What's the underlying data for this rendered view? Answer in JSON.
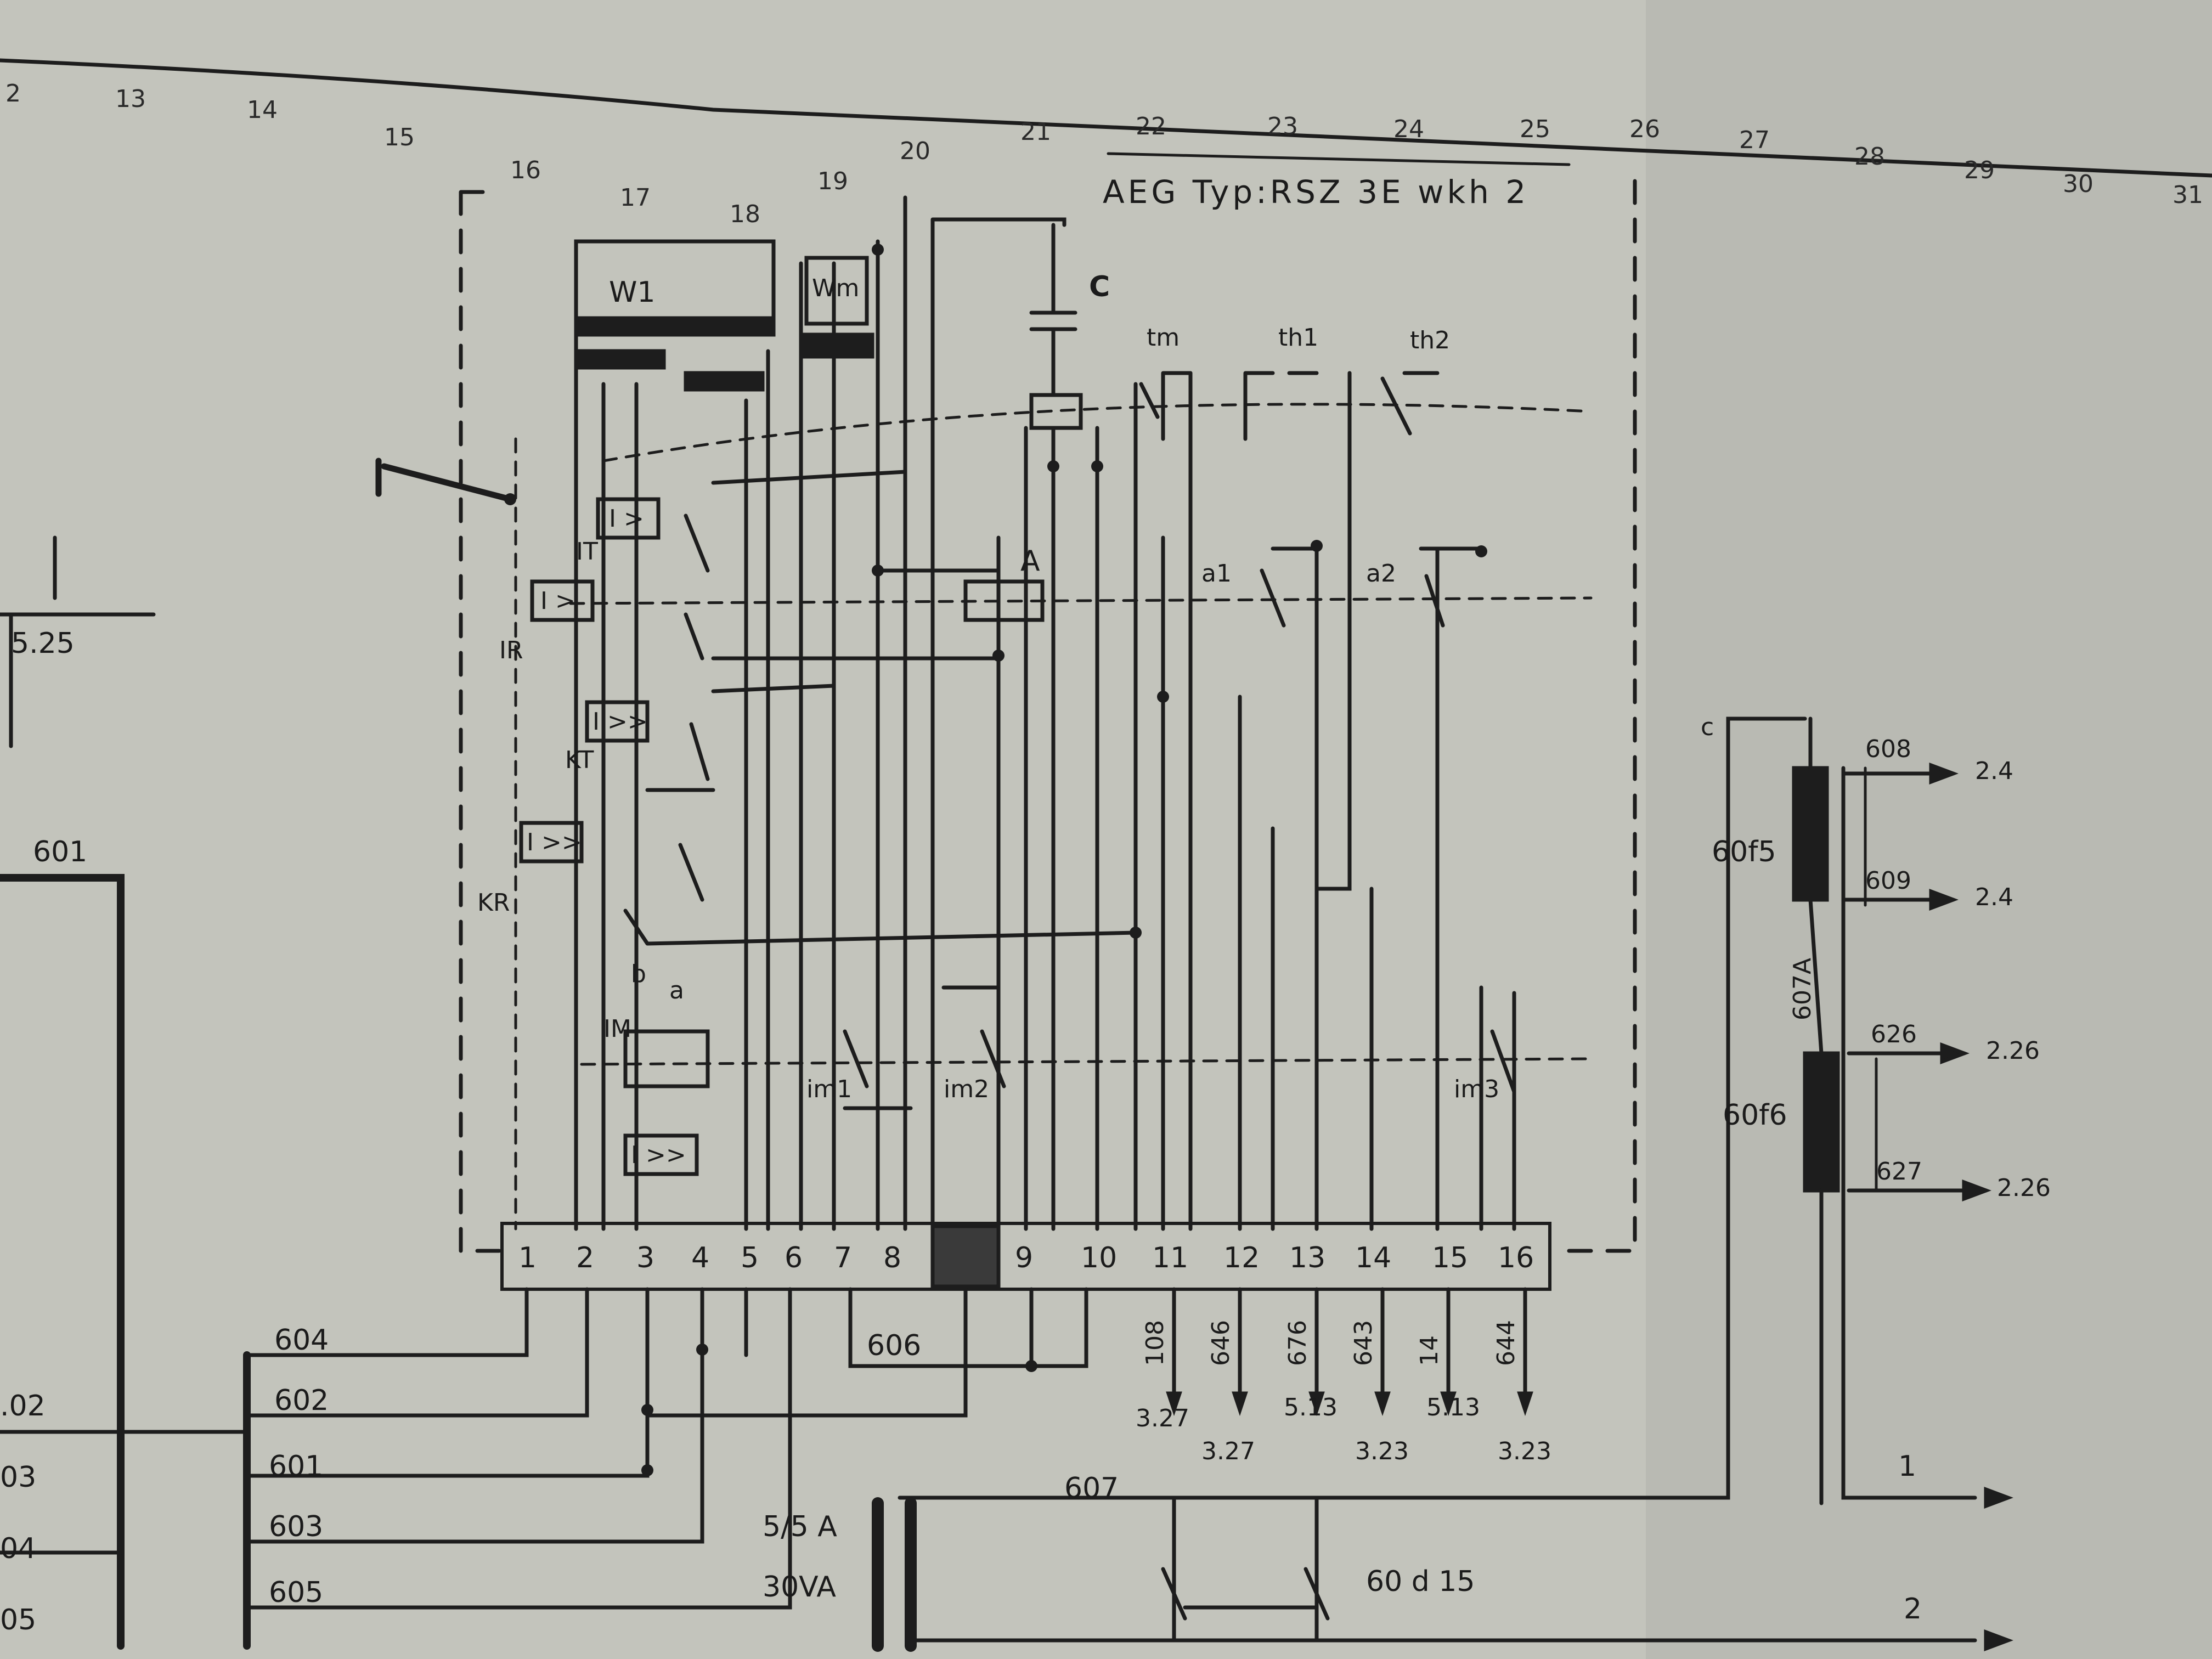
{
  "title": "AEG  Typ:RSZ  3E wkh 2",
  "ruler": [
    "2",
    "13",
    "14",
    "15",
    "16",
    "17",
    "18",
    "19",
    "20",
    "21",
    "22",
    "23",
    "24",
    "25",
    "26",
    "27",
    "28",
    "29",
    "30",
    "31"
  ],
  "left_ref": "5.25",
  "components": {
    "w1": "W1",
    "wm": "Wm",
    "cap": "C",
    "tm": "tm",
    "th1": "th1",
    "th2": "th2",
    "it": "IT",
    "ir": "IR",
    "kt": "KT",
    "kr": "KR",
    "a_relay": "A",
    "a1": "a1",
    "a2": "a2",
    "b": "b",
    "a": "a",
    "im": "IM",
    "im1": "im1",
    "im2": "im2",
    "im3": "im3",
    "sym_over": "I >",
    "sym_fast": "I >>"
  },
  "terminals": [
    "1",
    "2",
    "3",
    "4",
    "5",
    "6",
    "7",
    "8",
    "9",
    "10",
    "11",
    "12",
    "13",
    "14",
    "15",
    "16"
  ],
  "wires_bottom": [
    "604",
    "602",
    "601",
    "603",
    "605",
    "606",
    "607"
  ],
  "outputs": [
    {
      "wire": "108",
      "ref": "3.27"
    },
    {
      "wire": "646",
      "ref": "3.27"
    },
    {
      "wire": "676",
      "ref": "5.13"
    },
    {
      "wire": "643",
      "ref": "3.23"
    },
    {
      "wire": "14",
      "ref": "5.13"
    },
    {
      "wire": "644",
      "ref": "3.23"
    }
  ],
  "left_box": {
    "label": "601",
    "rows": [
      ".02",
      "03",
      "04",
      "05"
    ]
  },
  "ct": {
    "ratio": "5/5 A",
    "power": "30VA"
  },
  "breaker": "60 d 15",
  "right": {
    "c_label": "c",
    "f5": "60f5",
    "f6": "60f6",
    "w607a": "607A",
    "lines": [
      {
        "wire": "608",
        "ref": "2.4"
      },
      {
        "wire": "609",
        "ref": "2.4"
      },
      {
        "wire": "626",
        "ref": "2.26"
      },
      {
        "wire": "627",
        "ref": "2.26"
      }
    ],
    "out1": "1",
    "out2": "2"
  }
}
